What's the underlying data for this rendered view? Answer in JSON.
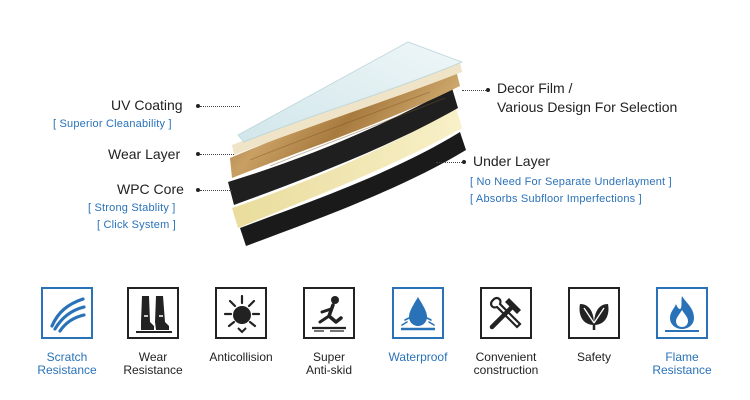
{
  "left_labels": {
    "uv_coating": {
      "title": "UV Coating",
      "note": "[ Superior Cleanability ]"
    },
    "wear_layer": {
      "title": "Wear Layer"
    },
    "wpc_core": {
      "title": "WPC Core",
      "notes": [
        "[ Strong Stablity ]",
        "[ Click System ]"
      ]
    }
  },
  "right_labels": {
    "decor_film": {
      "lines": [
        "Decor Film /",
        "Various Design For Selection"
      ]
    },
    "under_layer": {
      "title": "Under Layer",
      "notes": [
        "[ No Need For Separate Underlayment ]",
        "[ Absorbs Subfloor Imperfections ]"
      ]
    }
  },
  "features": [
    {
      "icon": "scratch-resistance-icon",
      "lines": [
        "Scratch",
        "Resistance"
      ],
      "color": "#2a72b8"
    },
    {
      "icon": "wear-resistance-icon",
      "lines": [
        "Wear",
        "Resistance"
      ],
      "color": "#222222"
    },
    {
      "icon": "anticollision-icon",
      "lines": [
        "Anticollision"
      ],
      "color": "#222222"
    },
    {
      "icon": "super-anti-skid-icon",
      "lines": [
        "Super",
        "Anti-skid"
      ],
      "color": "#222222"
    },
    {
      "icon": "waterproof-icon",
      "lines": [
        "Waterproof"
      ],
      "color": "#2a72b8"
    },
    {
      "icon": "convenient-construction-icon",
      "lines": [
        "Convenient",
        "construction"
      ],
      "color": "#222222"
    },
    {
      "icon": "safety-icon",
      "lines": [
        "Safety"
      ],
      "color": "#222222"
    },
    {
      "icon": "flame-resistance-icon",
      "lines": [
        "Flame",
        "Resistance"
      ],
      "color": "#2a72b8"
    }
  ],
  "colors": {
    "accent_blue": "#2a72b8",
    "uv_film": "#d9ecef",
    "decor_film": "#efe4c8",
    "wear_wood": "#b98c4f",
    "wpc_core": "#1f1f1f",
    "cream_layer": "#f1e7b4",
    "under_layer": "#1a1a1a"
  }
}
